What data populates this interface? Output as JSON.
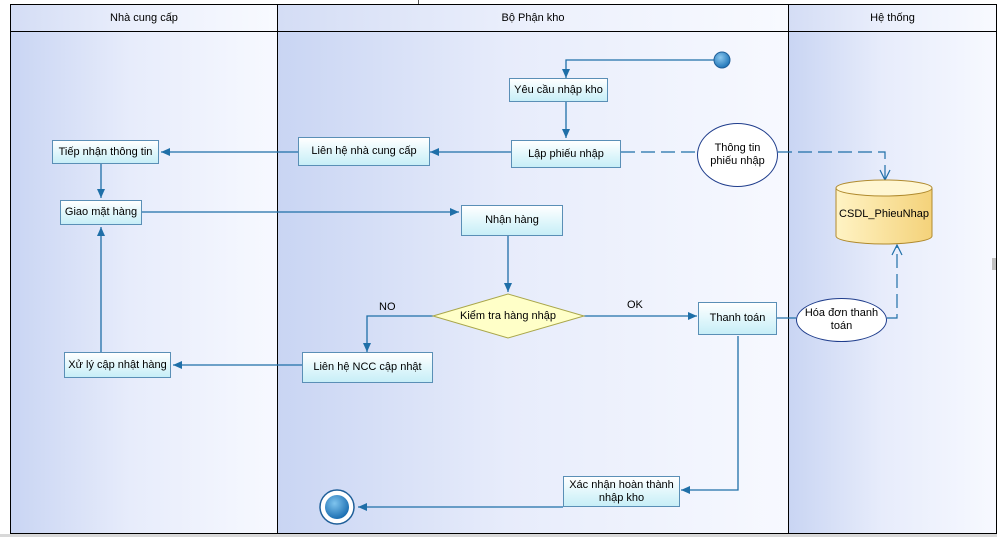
{
  "lanes": [
    {
      "title": "Nhà cung cấp"
    },
    {
      "title": "Bộ Phận kho"
    },
    {
      "title": "Hệ thống"
    }
  ],
  "activities": {
    "yeu_cau": "Yêu cầu nhập kho",
    "lap_phieu": "Lập phiếu nhập",
    "lien_he_ncc": "Liên hệ nhà cung cấp",
    "tiep_nhan": "Tiếp nhận thông tin",
    "giao_hang": "Giao mặt hàng",
    "nhan_hang": "Nhận hàng",
    "kiem_tra": "Kiểm tra hàng nhập",
    "thanh_toan": "Thanh toán",
    "lien_he_cap_nhat": "Liên hệ NCC cập nhật",
    "xu_ly": "Xử lý cập nhật hàng",
    "xac_nhan": "Xác nhận hoàn thành nhập kho"
  },
  "objects": {
    "thong_tin_phieu": "Thông tin phiếu nhập",
    "hoa_don": "Hóa đơn thanh toán",
    "database": "CSDL_PhieuNhap"
  },
  "guards": {
    "no": "NO",
    "ok": "OK"
  },
  "colors": {
    "flow": "#1f6fa8",
    "activity_border": "#5a8fb6",
    "decision_fill": "#ffffc8",
    "database_fill": "#ffe9a3",
    "start_node": "#2f86c4"
  }
}
